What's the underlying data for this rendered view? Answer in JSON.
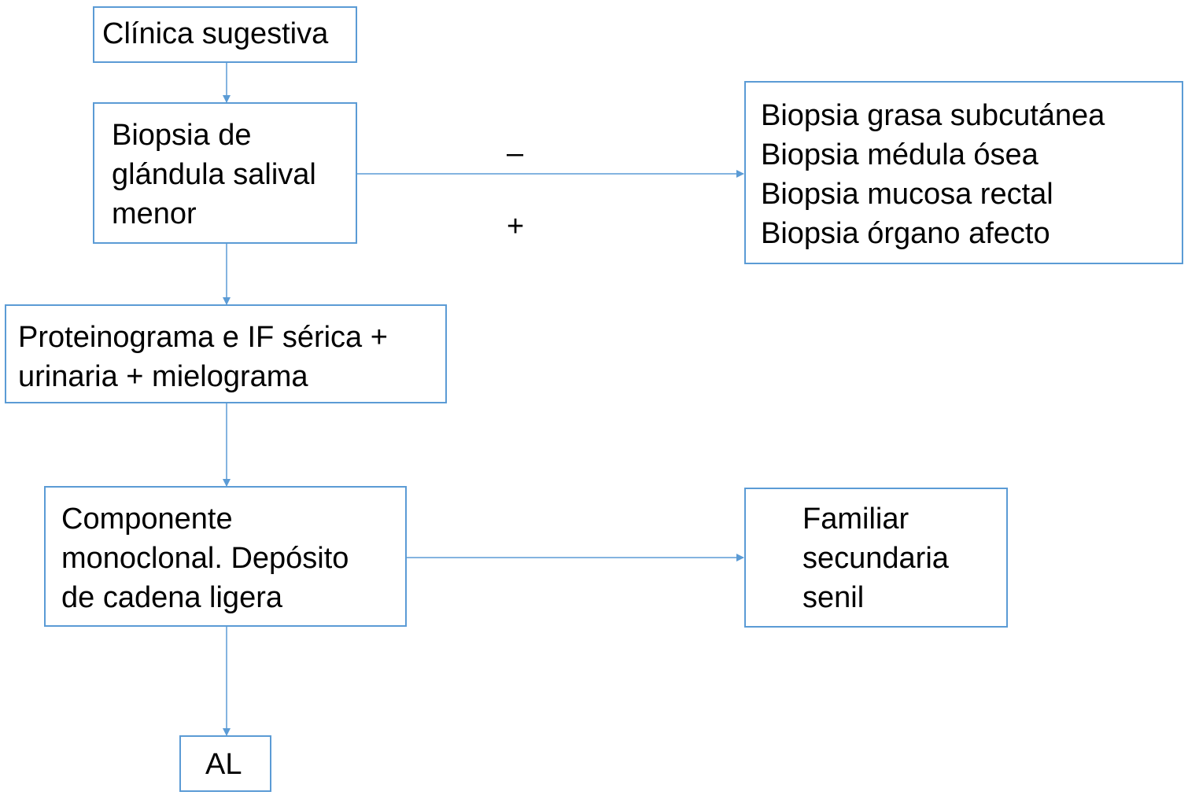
{
  "colors": {
    "box_border": "#5b9bd5",
    "arrow": "#5b9bd5",
    "text": "#000000",
    "background": "#ffffff"
  },
  "nodes": {
    "clinica": {
      "lines": [
        "Clínica sugestiva"
      ]
    },
    "biopsia_glandula": {
      "lines": [
        "Biopsia de",
        "glándula salival",
        "menor"
      ]
    },
    "biopsias_alternativas": {
      "lines": [
        "Biopsia grasa subcutánea",
        "Biopsia médula ósea",
        "Biopsia mucosa rectal",
        "Biopsia órgano afecto"
      ]
    },
    "proteinograma": {
      "lines": [
        "Proteinograma e IF sérica +",
        "urinaria + mielograma"
      ]
    },
    "componente": {
      "lines": [
        "Componente",
        "monoclonal. Depósito",
        "de cadena ligera"
      ]
    },
    "familiar": {
      "lines": [
        "Familiar",
        "secundaria",
        "senil"
      ]
    },
    "al": {
      "lines": [
        "AL"
      ]
    }
  },
  "edge_labels": {
    "negative": "–",
    "positive": "+"
  }
}
